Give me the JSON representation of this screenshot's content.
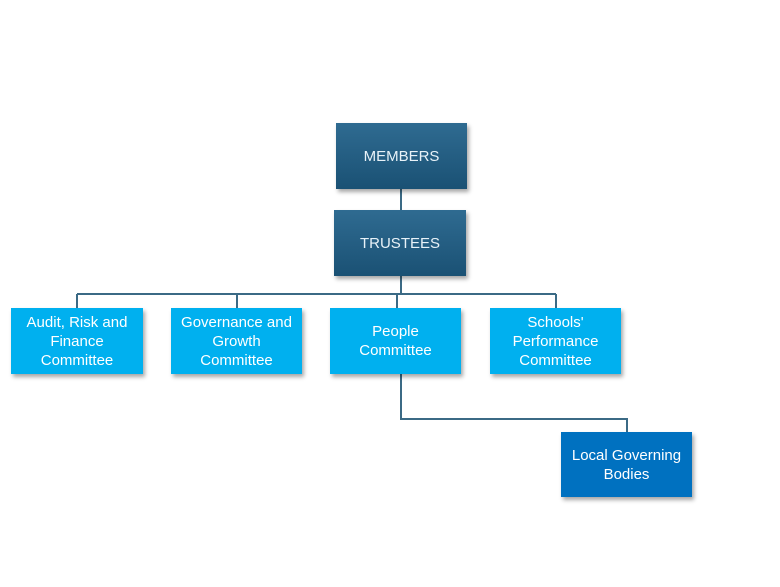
{
  "diagram": {
    "type": "org-chart",
    "nodes": {
      "members": "MEMBERS",
      "trustees": "TRUSTEES",
      "audit": "Audit, Risk and Finance Committee",
      "governance": "Governance and Growth Committee",
      "people": "People Committee",
      "schools": "Schools' Performance Committee",
      "lgb": "Local Governing Bodies"
    },
    "edges": [
      [
        "members",
        "trustees"
      ],
      [
        "trustees",
        "audit"
      ],
      [
        "trustees",
        "governance"
      ],
      [
        "trustees",
        "people"
      ],
      [
        "trustees",
        "schools"
      ],
      [
        "people",
        "lgb"
      ]
    ],
    "colors": {
      "top_level": "#1f5a7e",
      "committee": "#00b0ef",
      "local": "#0071c0",
      "connector": "#3b6a85"
    }
  }
}
